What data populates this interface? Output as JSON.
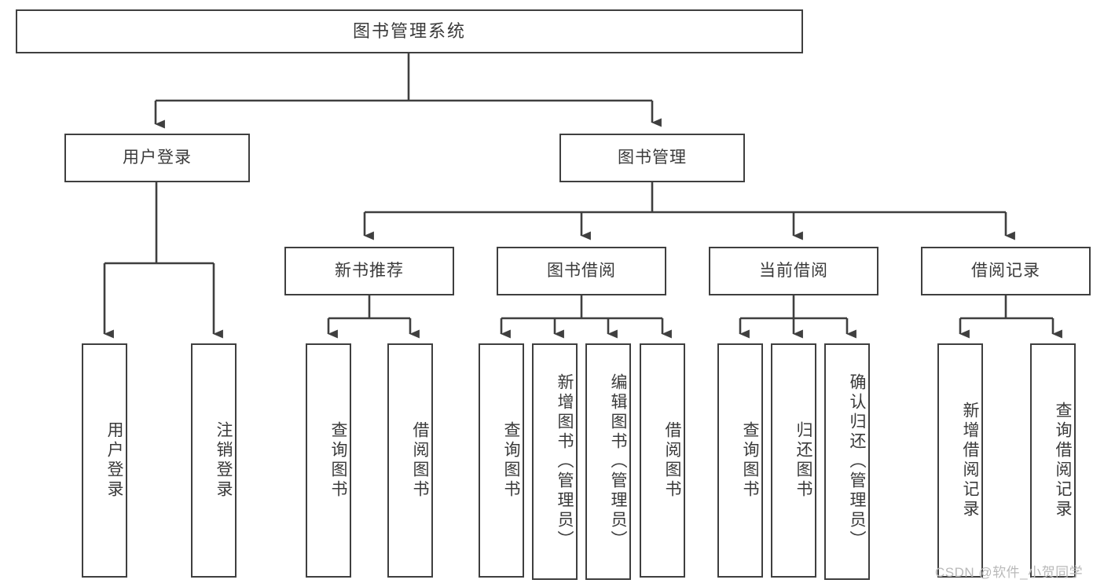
{
  "diagram": {
    "type": "tree-hierarchy-chart",
    "title": "图书管理系统",
    "watermark": "CSDN @软件_小贺同学",
    "colors": {
      "box_border": "#3f3f3f",
      "box_fill": "#ffffff",
      "connector": "#3f3f3f",
      "text": "#3a3a3a",
      "watermark": "#b9b9b9",
      "background": "#ffffff"
    },
    "root": {
      "label": "图书管理系统"
    },
    "level2": [
      {
        "label": "用户登录"
      },
      {
        "label": "图书管理"
      }
    ],
    "level3": [
      {
        "label": "新书推荐"
      },
      {
        "label": "图书借阅"
      },
      {
        "label": "当前借阅"
      },
      {
        "label": "借阅记录"
      }
    ],
    "leaves": {
      "user_login": [
        {
          "label": "用户登录"
        },
        {
          "label": "注销登录"
        }
      ],
      "new_book_recommend": [
        {
          "label": "查询图书"
        },
        {
          "label": "借阅图书"
        }
      ],
      "book_borrow": [
        {
          "label": "查询图书"
        },
        {
          "label": "新增图书（管理员）"
        },
        {
          "label": "编辑图书（管理员）"
        },
        {
          "label": "借阅图书"
        }
      ],
      "current_borrow": [
        {
          "label": "查询图书"
        },
        {
          "label": "归还图书"
        },
        {
          "label": "确认归还（管理员）"
        }
      ],
      "borrow_record": [
        {
          "label": "新增借阅记录"
        },
        {
          "label": "查询借阅记录"
        }
      ]
    }
  }
}
